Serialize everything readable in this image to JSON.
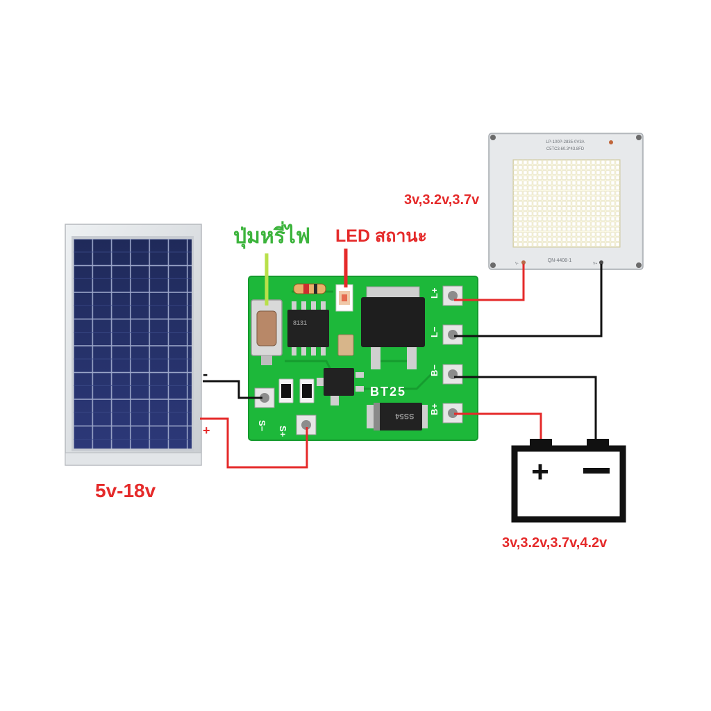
{
  "labels": {
    "button": "ปุ่มหรี่ไฟ",
    "status_led": "LED  สถานะ",
    "led_voltage": "3v,3.2v,3.7v",
    "solar_voltage": "5v-18v",
    "battery_voltage": "3v,3.2v,3.7v,4.2v",
    "solar_minus": "-",
    "solar_plus": "+",
    "battery_plus": "+",
    "battery_minus": "−"
  },
  "board": {
    "name": "BT25",
    "ic_marking": "8131",
    "diode_marking": "SS54",
    "pad_l_plus": "L+",
    "pad_l_minus": "L−",
    "pad_b_minus": "B−",
    "pad_b_plus": "B+",
    "pad_s_minus": "S−",
    "pad_s_plus": "S+"
  },
  "led_panel": {
    "marking_top": "LP-100P-2835-0V3A",
    "marking_mid": "C5TC3.60.3*43.8FD",
    "marking_bottom": "QN-4408-1",
    "pad_left": "V-",
    "pad_right": "V+"
  },
  "colors": {
    "pcb": "#1db83a",
    "wire_red": "#e52a2a",
    "wire_black": "#111111",
    "label_red": "#e52a2a",
    "label_green": "#3db43d",
    "pointer_green": "#b8e04a"
  }
}
